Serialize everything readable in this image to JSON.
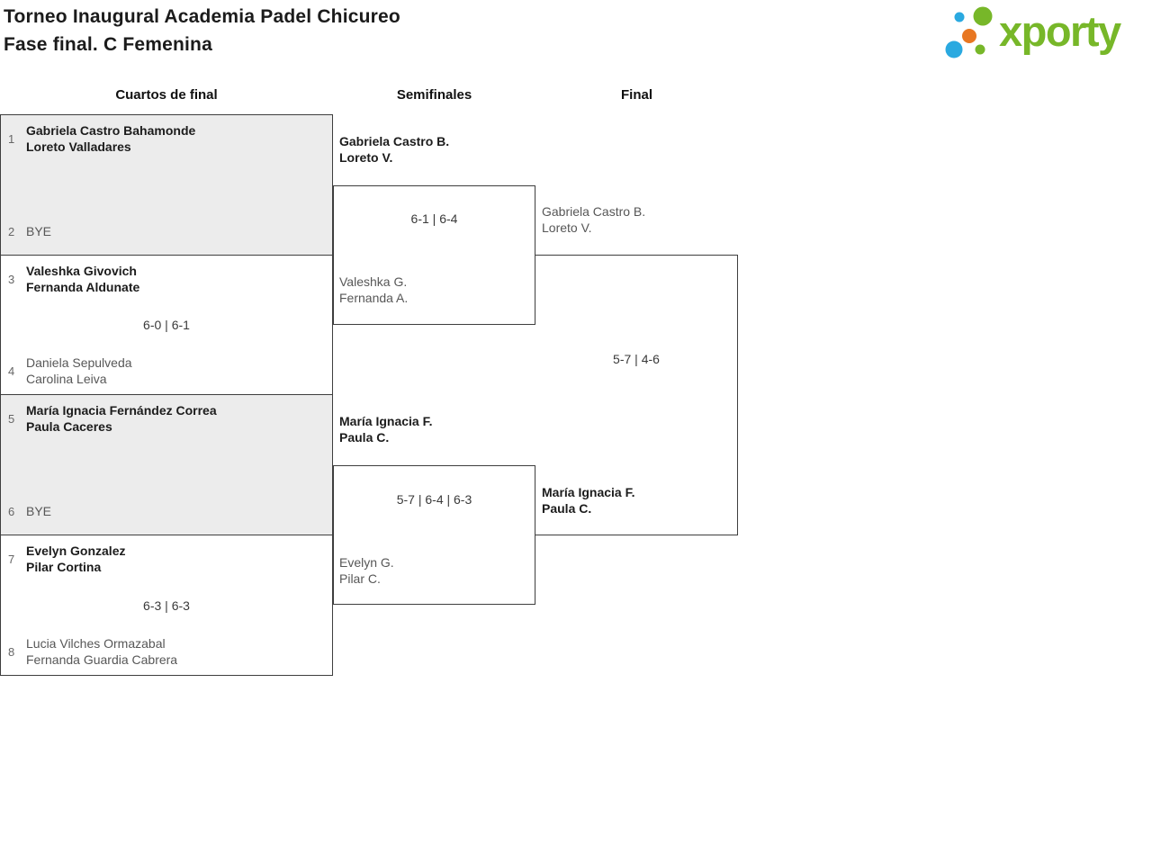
{
  "title": {
    "line1": "Torneo Inaugural Academia Padel Chicureo",
    "line2": "Fase final. C Femenina"
  },
  "logo": {
    "text": "xporty",
    "colors": {
      "green": "#77b729",
      "blue": "#2aa9e0",
      "orange": "#e87722"
    }
  },
  "round_headers": [
    "Cuartos de final",
    "Semifinales",
    "Final"
  ],
  "bracket": {
    "quarterfinals": [
      {
        "top_seed": "1",
        "top_team": [
          "Gabriela Castro Bahamonde",
          "Loreto Valladares"
        ],
        "score": "",
        "bottom_seed": "2",
        "bottom_team": [
          "BYE",
          ""
        ]
      },
      {
        "top_seed": "3",
        "top_team": [
          "Valeshka Givovich",
          "Fernanda Aldunate"
        ],
        "score": "6-0 | 6-1",
        "bottom_seed": "4",
        "bottom_team": [
          "Daniela Sepulveda",
          "Carolina Leiva"
        ]
      },
      {
        "top_seed": "5",
        "top_team": [
          "María Ignacia Fernández Correa",
          "Paula Caceres"
        ],
        "score": "",
        "bottom_seed": "6",
        "bottom_team": [
          "BYE",
          ""
        ]
      },
      {
        "top_seed": "7",
        "top_team": [
          "Evelyn Gonzalez",
          "Pilar Cortina"
        ],
        "score": "6-3 | 6-3",
        "bottom_seed": "8",
        "bottom_team": [
          "Lucia Vilches Ormazabal",
          "Fernanda Guardia Cabrera"
        ]
      }
    ],
    "semifinals": [
      {
        "top_team": [
          "Gabriela Castro B.",
          "Loreto V."
        ],
        "score": "6-1 | 6-4",
        "bottom_team": [
          "Valeshka G.",
          "Fernanda A."
        ]
      },
      {
        "top_team": [
          "María Ignacia F.",
          "Paula C."
        ],
        "score": "5-7 | 6-4 | 6-3",
        "bottom_team": [
          "Evelyn G.",
          "Pilar C."
        ]
      }
    ],
    "final": {
      "top_team": [
        "Gabriela Castro B.",
        "Loreto V."
      ],
      "score": "5-7 | 4-6",
      "bottom_team": [
        "María Ignacia F.",
        "Paula C."
      ]
    }
  }
}
